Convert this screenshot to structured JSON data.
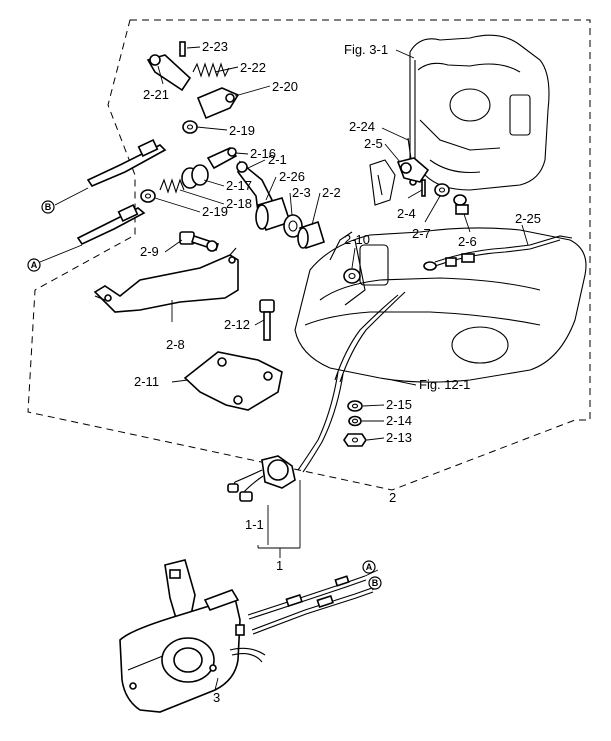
{
  "labels": {
    "p2_23": "2-23",
    "p2_22": "2-22",
    "p2_21": "2-21",
    "p2_20": "2-20",
    "p2_19a": "2-19",
    "p2_16": "2-16",
    "p2_1": "2-1",
    "p2_17": "2-17",
    "p2_26": "2-26",
    "p2_3": "2-3",
    "p2_2": "2-2",
    "p2_18": "2-18",
    "p2_19b": "2-19",
    "p2_9": "2-9",
    "p2_8": "2-8",
    "p2_12": "2-12",
    "p2_11": "2-11",
    "p2_10": "2-10",
    "p2_24": "2-24",
    "p2_5": "2-5",
    "p2_4": "2-4",
    "p2_7": "2-7",
    "p2_6": "2-6",
    "p2_25": "2-25",
    "p2_15": "2-15",
    "p2_14": "2-14",
    "p2_13": "2-13",
    "p2": "2",
    "p1_1": "1-1",
    "p1": "1",
    "p3": "3",
    "fig3_1": "Fig. 3-1",
    "fig12_1": "Fig. 12-1",
    "cableA": "A",
    "cableB": "B"
  }
}
